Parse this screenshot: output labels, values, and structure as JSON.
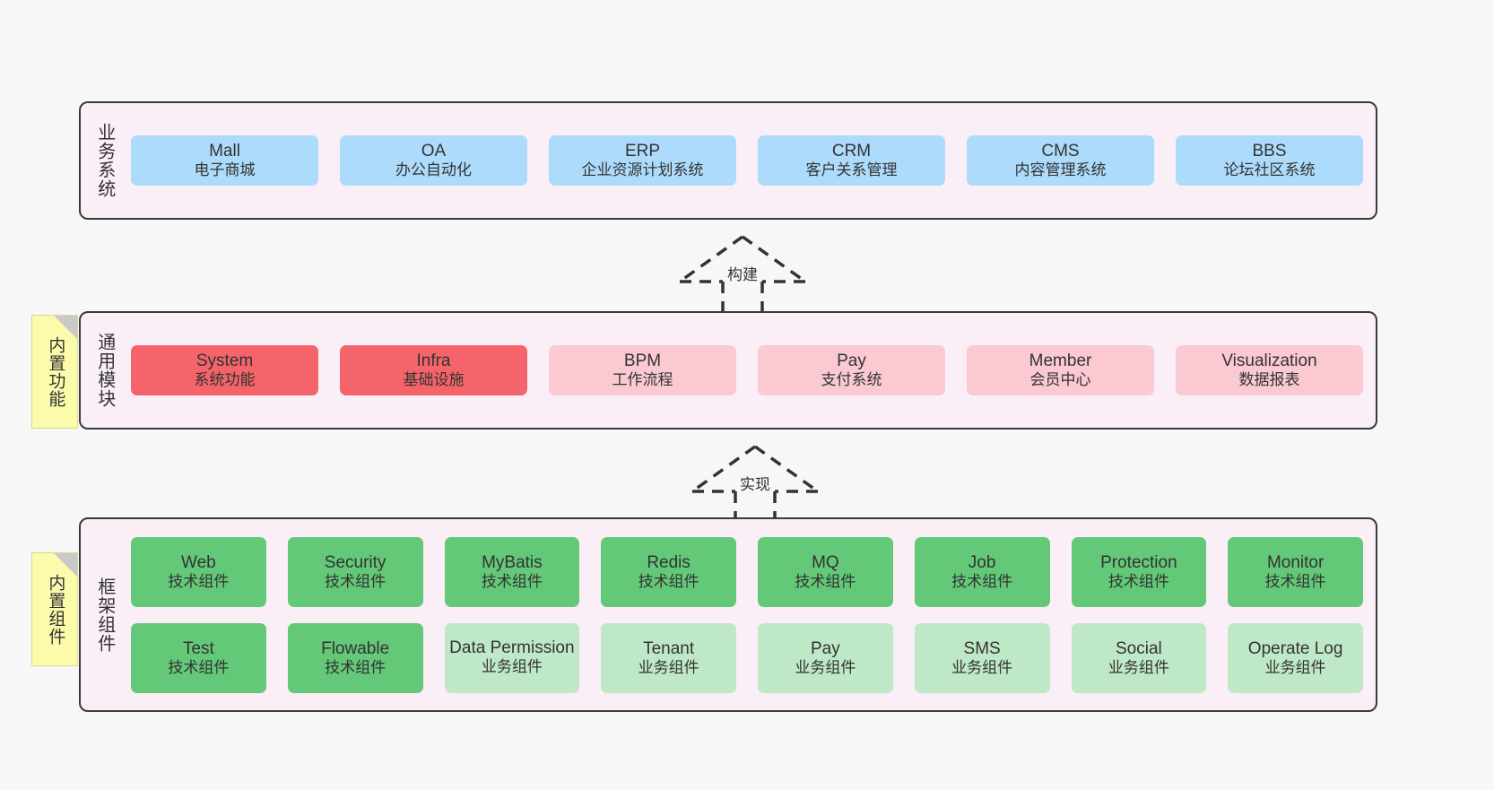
{
  "diagram": {
    "background_color": "#f7f7f7",
    "panel_color": "#faeef7",
    "note_color": "#fbfbab"
  },
  "layers": [
    {
      "id": "business-systems",
      "title": "业务系统",
      "rows": [
        {
          "cards": [
            {
              "en": "Mall",
              "cn": "电子商城",
              "color": "#addbfb",
              "style": "c-blue"
            },
            {
              "en": "OA",
              "cn": "办公自动化",
              "color": "#addbfb",
              "style": "c-blue"
            },
            {
              "en": "ERP",
              "cn": "企业资源计划系统",
              "color": "#addbfb",
              "style": "c-blue"
            },
            {
              "en": "CRM",
              "cn": "客户关系管理",
              "color": "#addbfb",
              "style": "c-blue"
            },
            {
              "en": "CMS",
              "cn": "内容管理系统",
              "color": "#addbfb",
              "style": "c-blue"
            },
            {
              "en": "BBS",
              "cn": "论坛社区系统",
              "color": "#addbfb",
              "style": "c-blue"
            }
          ]
        }
      ]
    },
    {
      "id": "common-modules",
      "title": "通用模块",
      "note": "内置功能",
      "rows": [
        {
          "cards": [
            {
              "en": "System",
              "cn": "系统功能",
              "color": "#f4646a",
              "style": "c-red"
            },
            {
              "en": "Infra",
              "cn": "基础设施",
              "color": "#f4646a",
              "style": "c-red"
            },
            {
              "en": "BPM",
              "cn": "工作流程",
              "color": "#fbc9d2",
              "style": "c-pink"
            },
            {
              "en": "Pay",
              "cn": "支付系统",
              "color": "#fbc9d2",
              "style": "c-pink"
            },
            {
              "en": "Member",
              "cn": "会员中心",
              "color": "#fbc9d2",
              "style": "c-pink"
            },
            {
              "en": "Visualization",
              "cn": "数据报表",
              "color": "#fbc9d2",
              "style": "c-pink"
            }
          ]
        }
      ]
    },
    {
      "id": "framework-components",
      "title": "框架组件",
      "note": "内置组件",
      "rows": [
        {
          "cards": [
            {
              "en": "Web",
              "cn": "技术组件",
              "color": "#63c878",
              "style": "c-green"
            },
            {
              "en": "Security",
              "cn": "技术组件",
              "color": "#63c878",
              "style": "c-green"
            },
            {
              "en": "MyBatis",
              "cn": "技术组件",
              "color": "#63c878",
              "style": "c-green"
            },
            {
              "en": "Redis",
              "cn": "技术组件",
              "color": "#63c878",
              "style": "c-green"
            },
            {
              "en": "MQ",
              "cn": "技术组件",
              "color": "#63c878",
              "style": "c-green"
            },
            {
              "en": "Job",
              "cn": "技术组件",
              "color": "#63c878",
              "style": "c-green"
            },
            {
              "en": "Protection",
              "cn": "技术组件",
              "color": "#63c878",
              "style": "c-green"
            },
            {
              "en": "Monitor",
              "cn": "技术组件",
              "color": "#63c878",
              "style": "c-green"
            }
          ]
        },
        {
          "cards": [
            {
              "en": "Test",
              "cn": "技术组件",
              "color": "#63c878",
              "style": "c-green"
            },
            {
              "en": "Flowable",
              "cn": "技术组件",
              "color": "#63c878",
              "style": "c-green"
            },
            {
              "en": "Data Permission",
              "cn": "业务组件",
              "color": "#bfe8c6",
              "style": "c-lightgreen"
            },
            {
              "en": "Tenant",
              "cn": "业务组件",
              "color": "#bfe8c6",
              "style": "c-lightgreen"
            },
            {
              "en": "Pay",
              "cn": "业务组件",
              "color": "#bfe8c6",
              "style": "c-lightgreen"
            },
            {
              "en": "SMS",
              "cn": "业务组件",
              "color": "#bfe8c6",
              "style": "c-lightgreen"
            },
            {
              "en": "Social",
              "cn": "业务组件",
              "color": "#bfe8c6",
              "style": "c-lightgreen"
            },
            {
              "en": "Operate Log",
              "cn": "业务组件",
              "color": "#bfe8c6",
              "style": "c-lightgreen"
            }
          ]
        }
      ]
    }
  ],
  "arrows": [
    {
      "id": "build",
      "label": "构建"
    },
    {
      "id": "implement",
      "label": "实现"
    }
  ]
}
